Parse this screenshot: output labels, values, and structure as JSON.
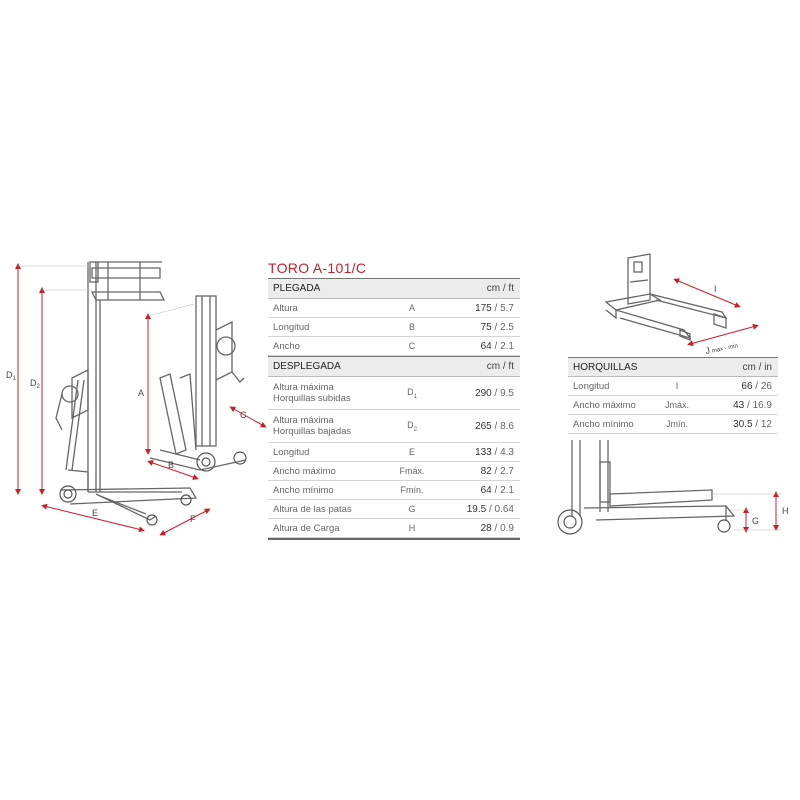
{
  "main_table": {
    "title": "TORO A-101/C",
    "sections": [
      {
        "label": "PLEGADA",
        "units": "cm  /  ft",
        "rows": [
          {
            "label": "Altura",
            "label2": "",
            "code": "A",
            "sub": "",
            "cm": "175",
            "ft": "5.7"
          },
          {
            "label": "Longitud",
            "label2": "",
            "code": "B",
            "sub": "",
            "cm": "75",
            "ft": "2.5"
          },
          {
            "label": "Ancho",
            "label2": "",
            "code": "C",
            "sub": "",
            "cm": "64",
            "ft": "2.1"
          }
        ]
      },
      {
        "label": "DESPLEGADA",
        "units": "cm  /  ft",
        "rows": [
          {
            "label": "Altura máxima",
            "label2": "Horquillas subidas",
            "code": "D",
            "sub": "1",
            "cm": "290",
            "ft": "9.5"
          },
          {
            "label": "Altura máxima",
            "label2": "Horquillas bajadas",
            "code": "D",
            "sub": "2",
            "cm": "265",
            "ft": "8.6"
          },
          {
            "label": "Longitud",
            "label2": "",
            "code": "E",
            "sub": "",
            "cm": "133",
            "ft": "4.3"
          },
          {
            "label": "Ancho máximo",
            "label2": "",
            "code": "Fmáx.",
            "sub": "",
            "cm": "82",
            "ft": "2.7"
          },
          {
            "label": "Ancho mínimo",
            "label2": "",
            "code": "Fmín.",
            "sub": "",
            "cm": "64",
            "ft": "2.1"
          },
          {
            "label": "Altura de las patas",
            "label2": "",
            "code": "G",
            "sub": "",
            "cm": "19.5",
            "ft": "0.64"
          },
          {
            "label": "Altura de Carga",
            "label2": "",
            "code": "H",
            "sub": "",
            "cm": "28",
            "ft": "0.9"
          }
        ]
      }
    ]
  },
  "forks_table": {
    "label": "HORQUILLAS",
    "units": "cm  /  in",
    "rows": [
      {
        "label": "Longitud",
        "code": "I",
        "cm": "66",
        "in": "26"
      },
      {
        "label": "Ancho máximo",
        "code": "Jmáx.",
        "cm": "43",
        "in": "16.9"
      },
      {
        "label": "Ancho mínimo",
        "code": "Jmín.",
        "cm": "30.5",
        "in": "12"
      }
    ]
  },
  "drawings": {
    "left": {
      "D1": "D",
      "D1_sub": "1",
      "D2": "D",
      "D2_sub": "2",
      "E": "E",
      "F": "F"
    },
    "folded": {
      "A": "A",
      "B": "B",
      "C": "C"
    },
    "forks": {
      "I": "I",
      "J": "J",
      "J_sub": "max - min"
    },
    "side": {
      "H": "H",
      "G": "G"
    }
  },
  "colors": {
    "accent": "#c8202b",
    "dimension_line": "#c8202b",
    "drawing": "#6a6a6a"
  }
}
